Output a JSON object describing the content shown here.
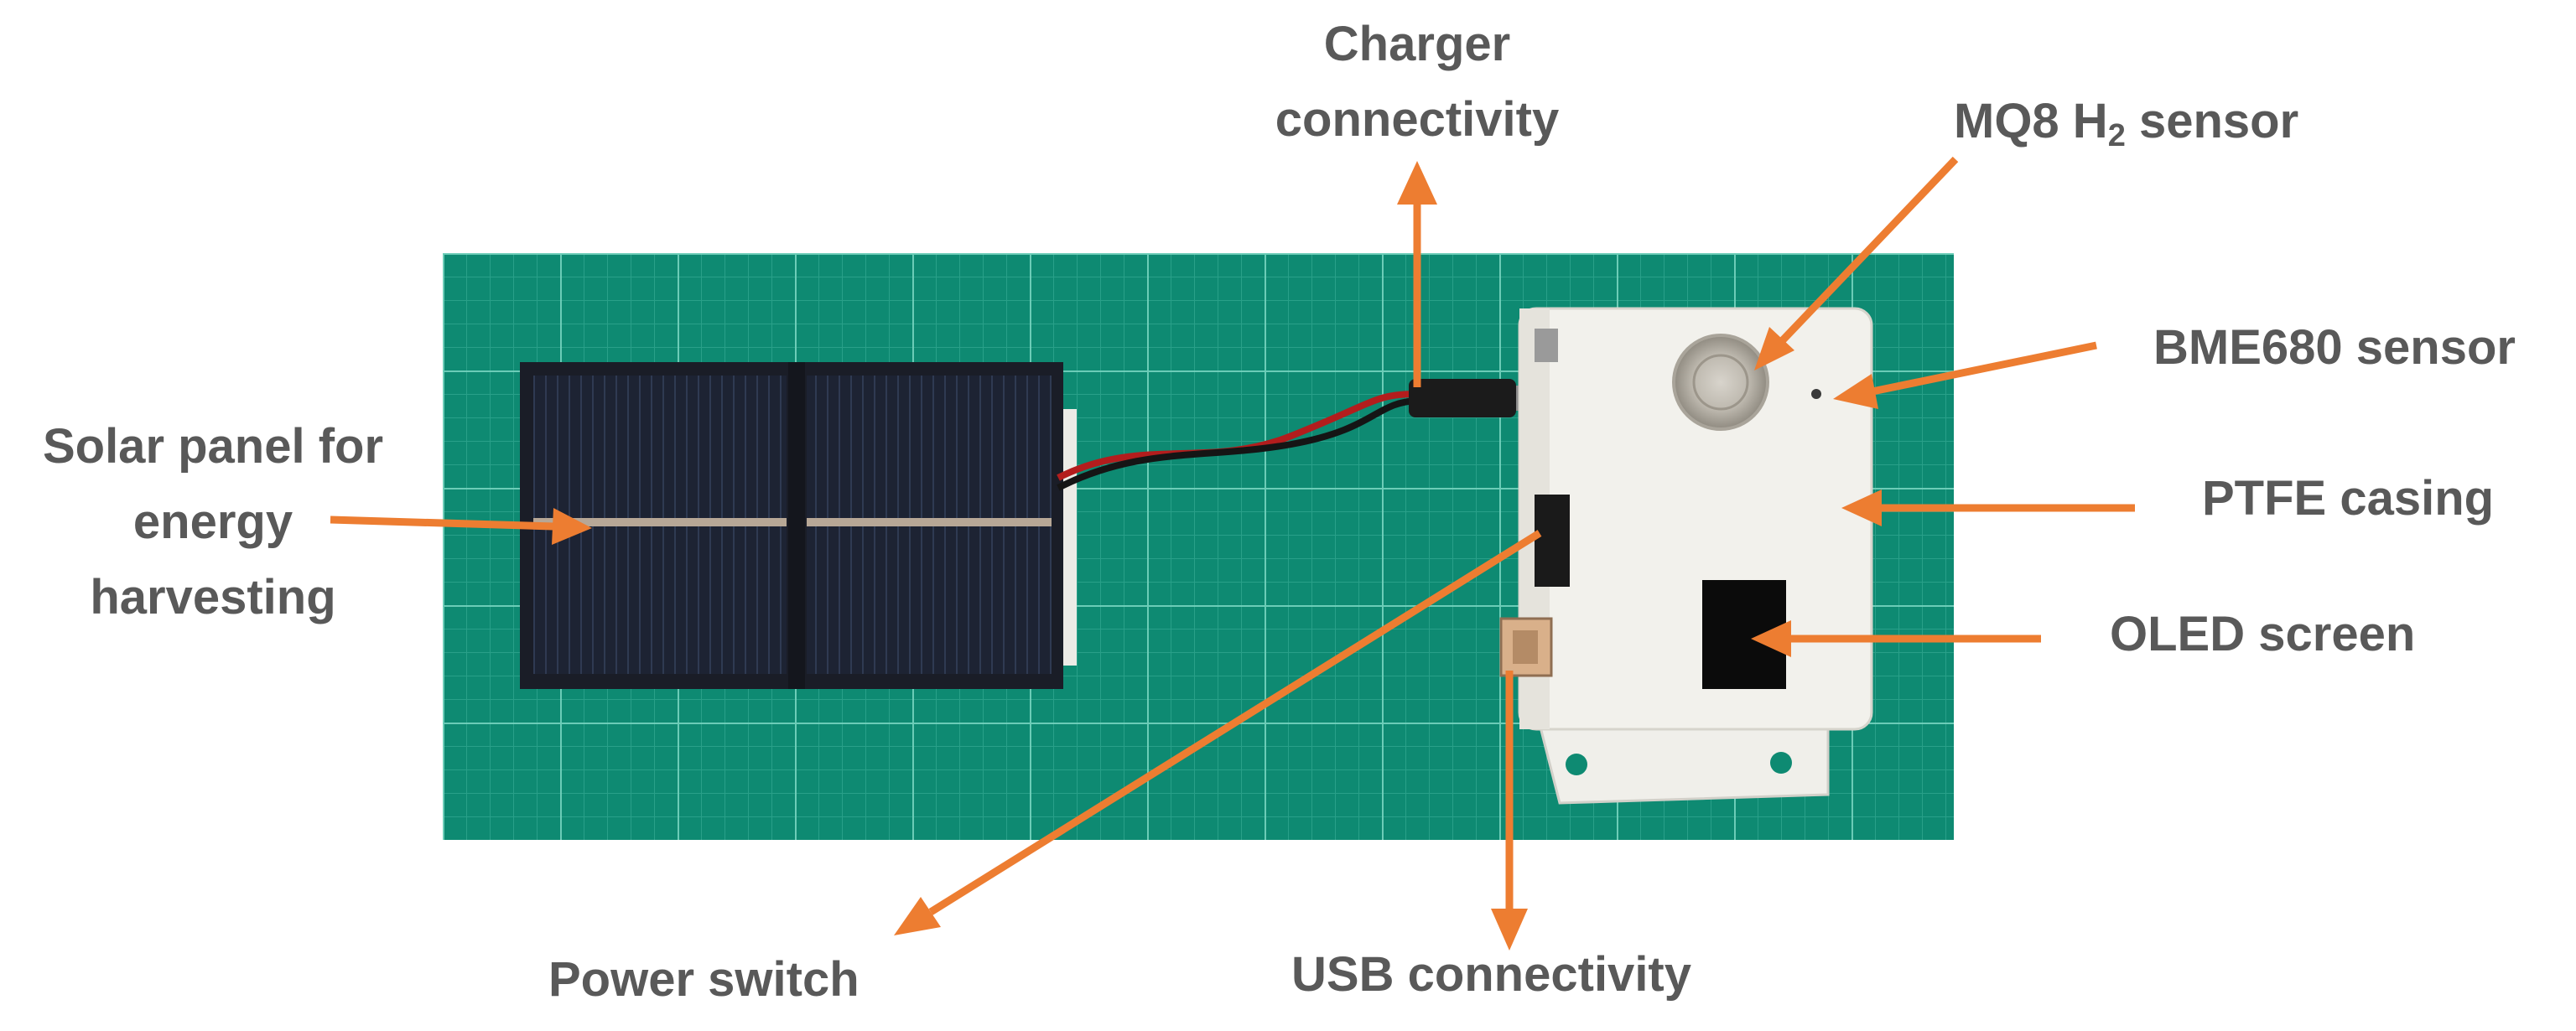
{
  "labels": {
    "charger": {
      "line1": "Charger",
      "line2": "connectivity"
    },
    "mq8": {
      "prefix": "MQ8 H",
      "subscript": "2",
      "suffix": " sensor"
    },
    "bme680": "BME680 sensor",
    "ptfe": "PTFE casing",
    "oled": "OLED screen",
    "solar": {
      "line1": "Solar panel for",
      "line2": "energy",
      "line3": "harvesting"
    },
    "power_switch": "Power switch",
    "usb": "USB connectivity"
  },
  "colors": {
    "arrow": "#ED7D31",
    "label_text": "#595959",
    "mat_green": "#0E8C74",
    "grid_line": "#5FC7B2",
    "casing_white": "#F1F0EC",
    "solar_cell": "#1F2433"
  }
}
